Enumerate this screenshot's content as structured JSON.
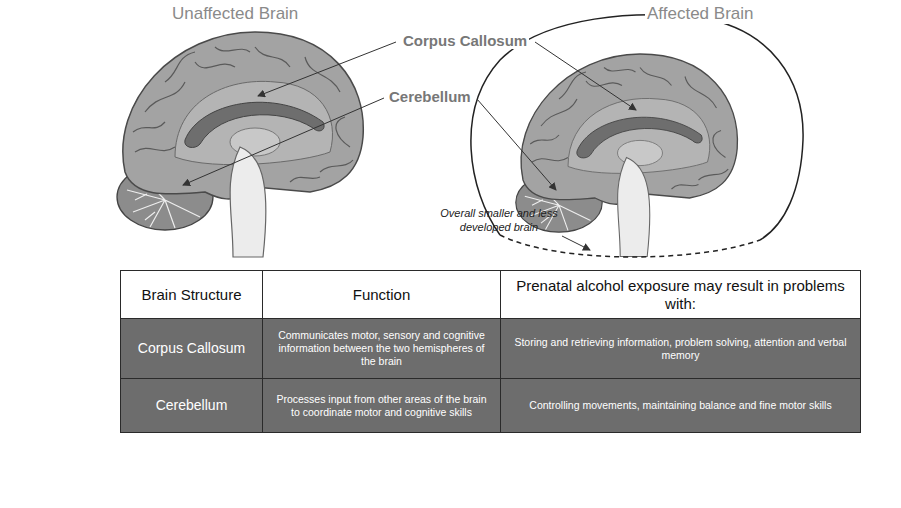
{
  "diagram": {
    "labels": [
      "Unaffected Brain",
      "Affected Brain",
      "Corpus Callosum",
      "Cerebellum",
      "Overall smaller and less developed brain",
      "Brain Structure",
      "Function",
      "Prenatal alcohol exposure may result in problems with:",
      "Corpus Callosum",
      "Communicates motor, sensory and cognitive information between the two hemispheres of the brain",
      "Storing and retrieving information, problem solving, attention and verbal memory",
      "Cerebellum",
      "Processes input from other areas of the brain to coordinate motor and cognitive skills",
      "Controlling movements, maintaining balance and fine motor skills"
    ]
  }
}
